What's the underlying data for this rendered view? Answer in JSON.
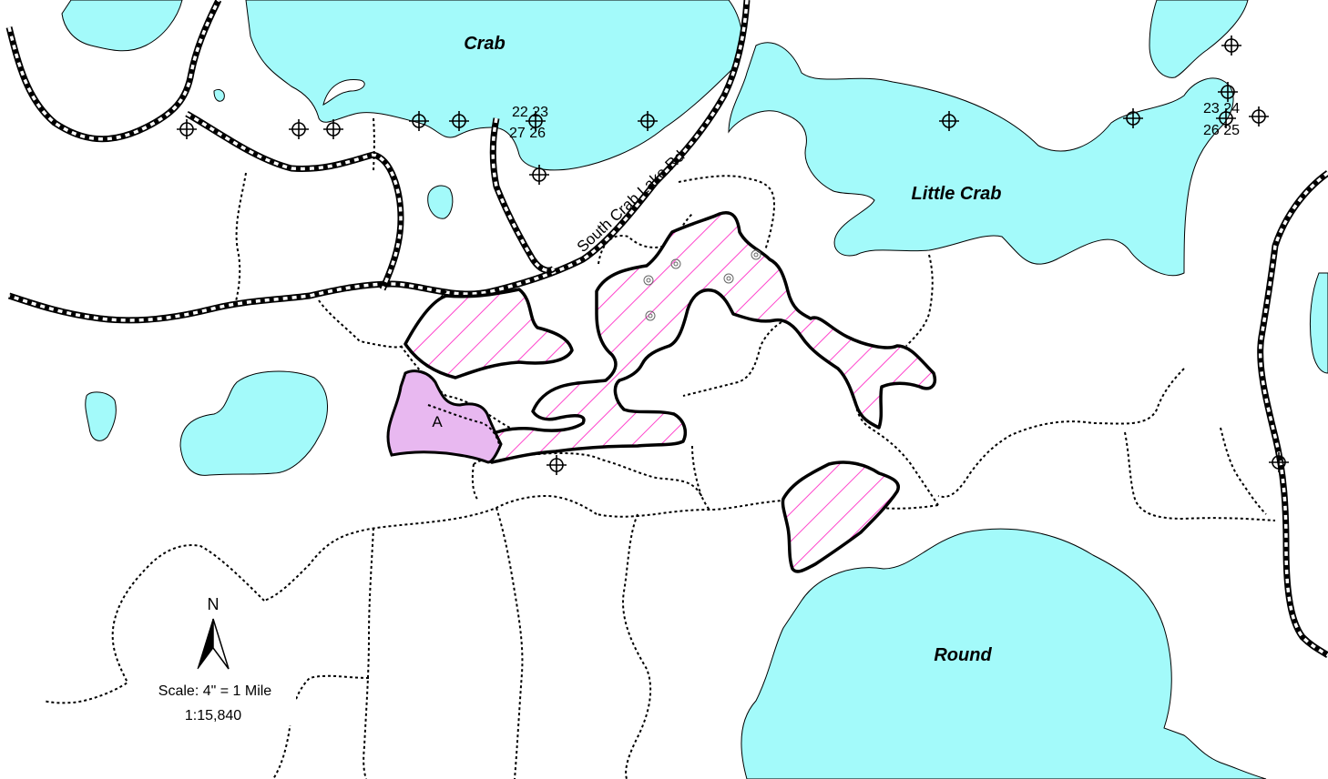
{
  "lakes": {
    "crab": "Crab",
    "little_crab": "Little Crab",
    "round": "Round"
  },
  "road_label": "South Crab Lake Rd",
  "stand_label": "A",
  "section_corners": {
    "left_top": "22 23",
    "left_bottom": "27 26",
    "right_top": "23 24",
    "right_bottom": "26 25"
  },
  "north_label": "N",
  "scale": {
    "text": "Scale:  4\" = 1 Mile",
    "ratio": "1:15,840"
  },
  "colors": {
    "water": "#a3fafa",
    "stand_hatch": "#ff44cc",
    "stand_a_fill": "#e8b8f0",
    "road": "#000000"
  },
  "icon_names": [
    "section-corner-icon",
    "wetland-symbol-icon",
    "north-arrow-icon"
  ]
}
